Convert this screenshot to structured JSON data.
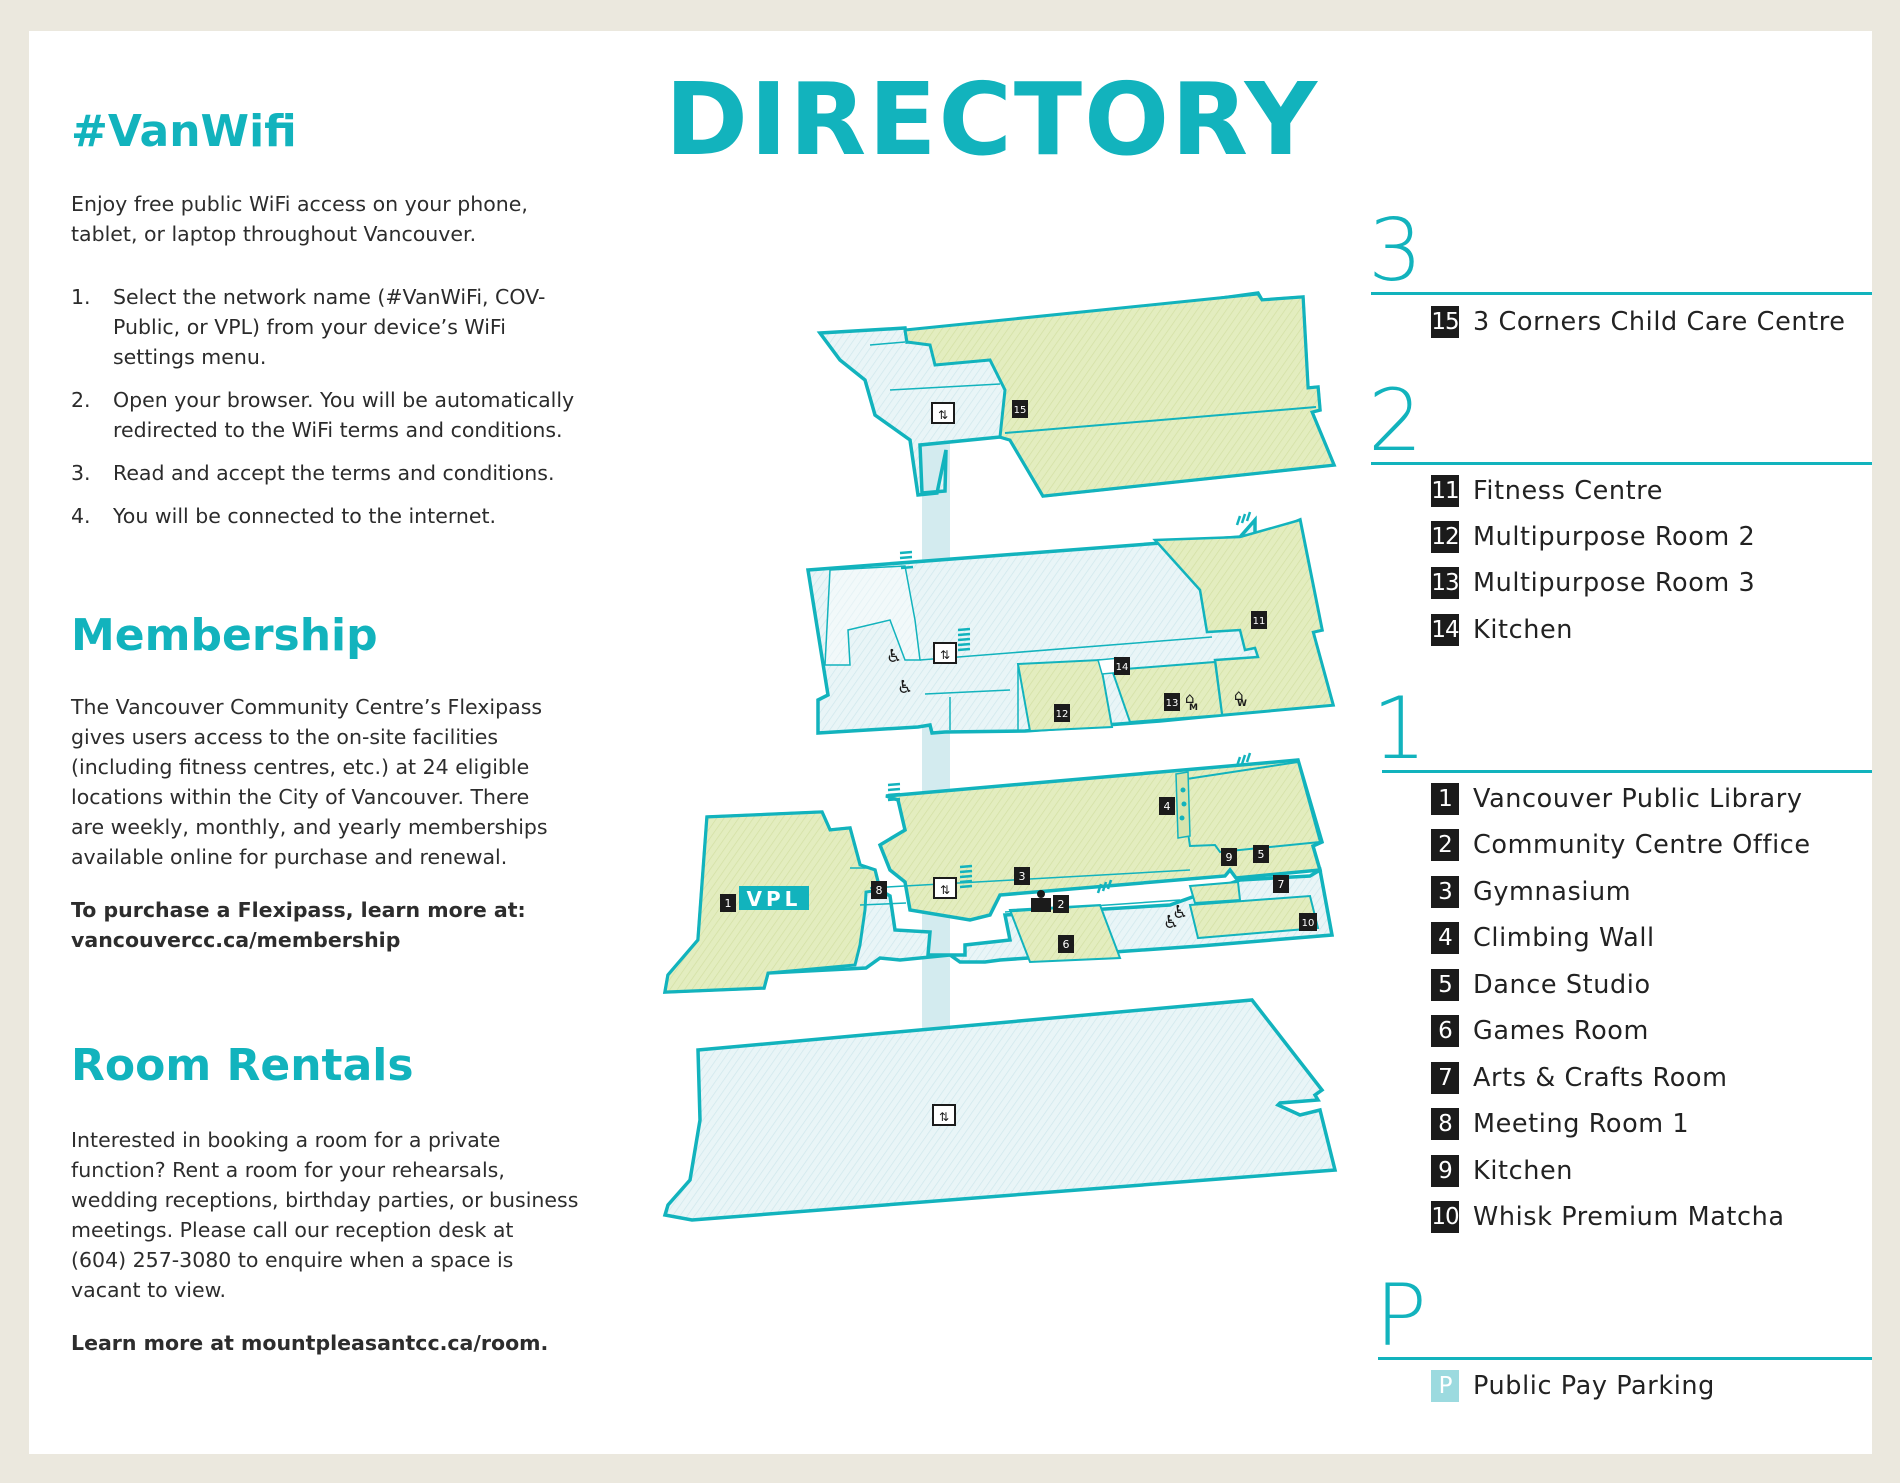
{
  "wifi": {
    "heading": "#VanWifi",
    "intro": [
      "Enjoy free public WiFi access on your phone,",
      "tablet, or laptop throughout Vancouver."
    ],
    "steps": [
      {
        "num": "1.",
        "lines": [
          "Select the network name (#VanWiFi, COV-",
          "Public, or VPL) from your device’s WiFi",
          "settings menu."
        ]
      },
      {
        "num": "2.",
        "lines": [
          "Open your browser. You will be automatically",
          "redirected to the WiFi terms and conditions."
        ]
      },
      {
        "num": "3.",
        "lines": [
          "Read and accept the terms and conditions."
        ]
      },
      {
        "num": "4.",
        "lines": [
          "You will be connected to the internet."
        ]
      }
    ]
  },
  "membership": {
    "heading": "Membership",
    "body": [
      "The Vancouver Community Centre’s Flexipass",
      "gives users access to the on-site facilities",
      "(including fitness centres, etc.) at 24 eligible",
      "locations within the City of Vancouver. There",
      "are weekly, monthly, and yearly memberships",
      "available online for purchase and renewal."
    ],
    "cta": [
      "To purchase a Flexipass, learn more at:",
      "vancouvercc.ca/membership"
    ]
  },
  "rentals": {
    "heading": "Room Rentals",
    "body": [
      "Interested in booking a room for a private",
      "function? Rent a room for your rehearsals,",
      "wedding receptions, birthday parties, or business",
      "meetings. Please call our reception desk at",
      "(604) 257-3080 to enquire when a space is",
      "vacant to view."
    ],
    "cta": "Learn more at mountpleasantcc.ca/room."
  },
  "title": "DIRECTORY",
  "floors": [
    {
      "id": "3",
      "items": [
        {
          "num": "15",
          "label": "3 Corners  Child Care Centre"
        }
      ]
    },
    {
      "id": "2",
      "items": [
        {
          "num": "11",
          "label": "Fitness Centre"
        },
        {
          "num": "12",
          "label": "Multipurpose Room 2"
        },
        {
          "num": "13",
          "label": "Multipurpose Room 3"
        },
        {
          "num": "14",
          "label": "Kitchen"
        }
      ]
    },
    {
      "id": "1",
      "items": [
        {
          "num": "1",
          "label": "Vancouver Public Library"
        },
        {
          "num": "2",
          "label": "Community Centre Office"
        },
        {
          "num": "3",
          "label": "Gymnasium"
        },
        {
          "num": "4",
          "label": "Climbing Wall"
        },
        {
          "num": "5",
          "label": "Dance Studio"
        },
        {
          "num": "6",
          "label": "Games Room"
        },
        {
          "num": "7",
          "label": "Arts & Crafts Room"
        },
        {
          "num": "8",
          "label": "Meeting Room 1"
        },
        {
          "num": "9",
          "label": "Kitchen"
        },
        {
          "num": "10",
          "label": "Whisk Premium Matcha"
        }
      ]
    },
    {
      "id": "P",
      "items": [
        {
          "num": "P",
          "label": "Public Pay Parking"
        }
      ]
    }
  ],
  "map": {
    "vpl_logo": "VPL",
    "restroom_w": "W",
    "restroom_m": "M",
    "colors": {
      "accent": "#12b3bd",
      "room_fill": "#e3edbf",
      "corridor_fill": "#e8f4f6",
      "elevator_shaft": "#cbe7ec",
      "badge": "#1b1b1b"
    },
    "icons": [
      "elevator-icon",
      "stairs-icon",
      "washroom-icon",
      "accessible-icon",
      "reception-desk-icon"
    ],
    "markers": [
      "15",
      "11",
      "14",
      "13",
      "12",
      "4",
      "9",
      "5",
      "3",
      "2",
      "7",
      "10",
      "6",
      "8",
      "1"
    ]
  }
}
